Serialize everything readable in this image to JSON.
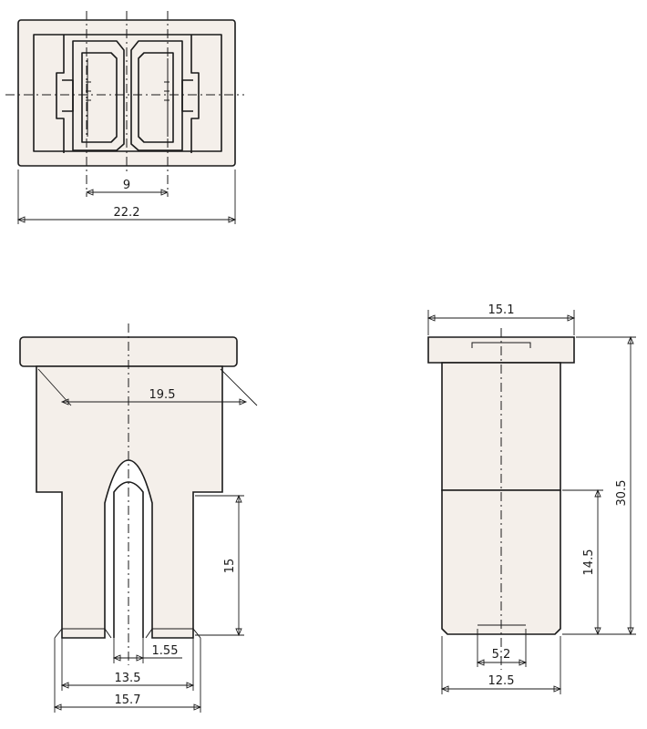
{
  "drawing": {
    "dimensions": {
      "top_pitch": "9",
      "top_width": "22.2",
      "front_shoulder": "19.5",
      "front_pin_length": "15",
      "front_pin_gap": "1.55",
      "front_inner_width": "13.5",
      "front_outer_width": "15.7",
      "side_head_width": "15.1",
      "side_total_height": "30.5",
      "side_pin_length": "14.5",
      "side_pin_gap": "5.2",
      "side_base_width": "12.5"
    }
  }
}
